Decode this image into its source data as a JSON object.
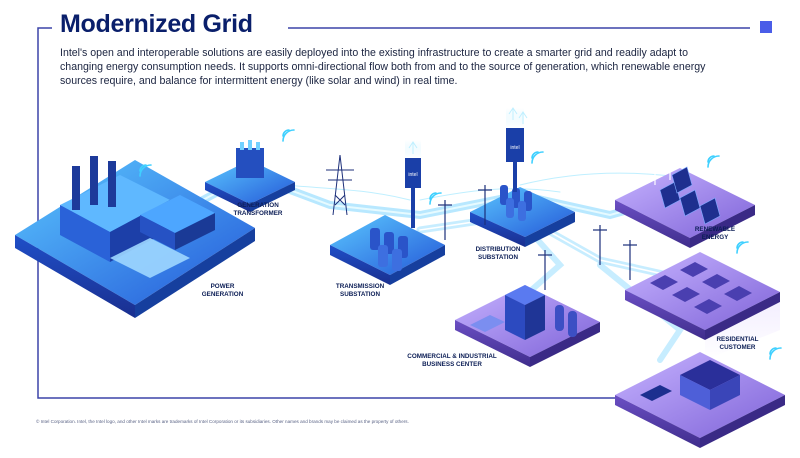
{
  "header": {
    "title": "Modernized Grid",
    "description": "Intel's open and interoperable solutions are easily deployed into the existing infrastructure to create a smarter grid and readily adapt to changing energy consumption needs. It supports omni-directional flow both from and to the source of generation, which renewable energy sources require, and balance for intermittent energy (like solar and wind) in real time."
  },
  "labels": {
    "power_generation": "POWER\nGENERATION",
    "generation_transformer": "GENERATION\nTRANSFORMER",
    "transmission_substation": "TRANSMISSION\nSUBSTATION",
    "distribution_substation": "DISTRIBUTION\nSUBSTATION",
    "renewable_energy": "RENEWABLE\nENERGY",
    "commercial_industrial": "COMMERCIAL & INDUSTRIAL\nBUSINESS CENTER",
    "residential_customer": "RESIDENTIAL\nCUSTOMER"
  },
  "brand_text": "intel",
  "footer": "© Intel Corporation. Intel, the Intel logo, and other Intel marks are trademarks of Intel Corporation or its subsidiaries. Other names and brands may be claimed as the property of others.",
  "colors": {
    "frame": "#3c44a8",
    "title": "#0a1f6b",
    "accent_square": "#4a5de8",
    "flow": "#9ee7ff",
    "platform_blue": "#2f7df0",
    "platform_purple": "#a48be8"
  },
  "icons": [
    "wifi-icon",
    "arrow-up-icon"
  ]
}
